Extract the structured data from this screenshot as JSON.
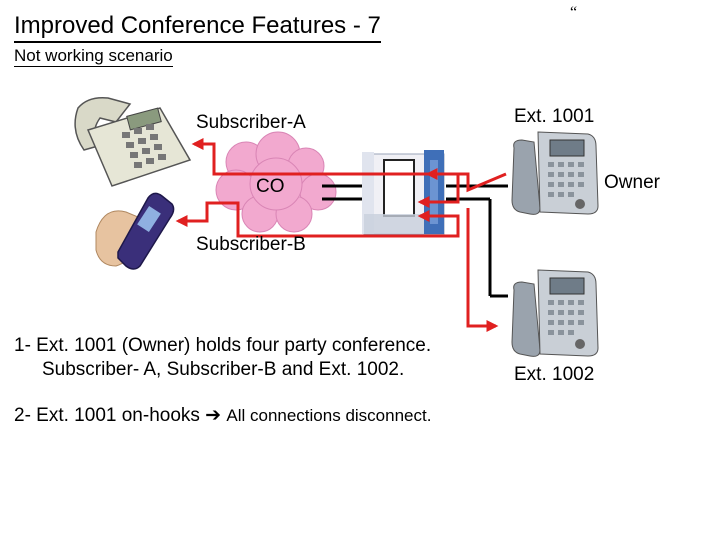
{
  "header": {
    "title": "Improved Conference Features - 7",
    "subtitle": "Not working scenario",
    "corner_mark": "“"
  },
  "diagram": {
    "subscriber_a": "Subscriber-A",
    "subscriber_b": "Subscriber-B",
    "co": "CO",
    "ext_1001": "Ext. 1001",
    "owner": "Owner",
    "ext_1002": "Ext. 1002"
  },
  "steps": {
    "step1_line1": "1- Ext. 1001 (Owner) holds four party conference.",
    "step1_line2": "Subscriber- A, Subscriber-B and Ext. 1002.",
    "step2_prefix": "2- Ext. 1001 on-hooks",
    "step2_arrow": "➔",
    "step2_suffix": "All connections disconnect."
  },
  "colors": {
    "line": "#e02020",
    "cloud": "#f2a9cf",
    "pbx": "#3f6fb8"
  }
}
